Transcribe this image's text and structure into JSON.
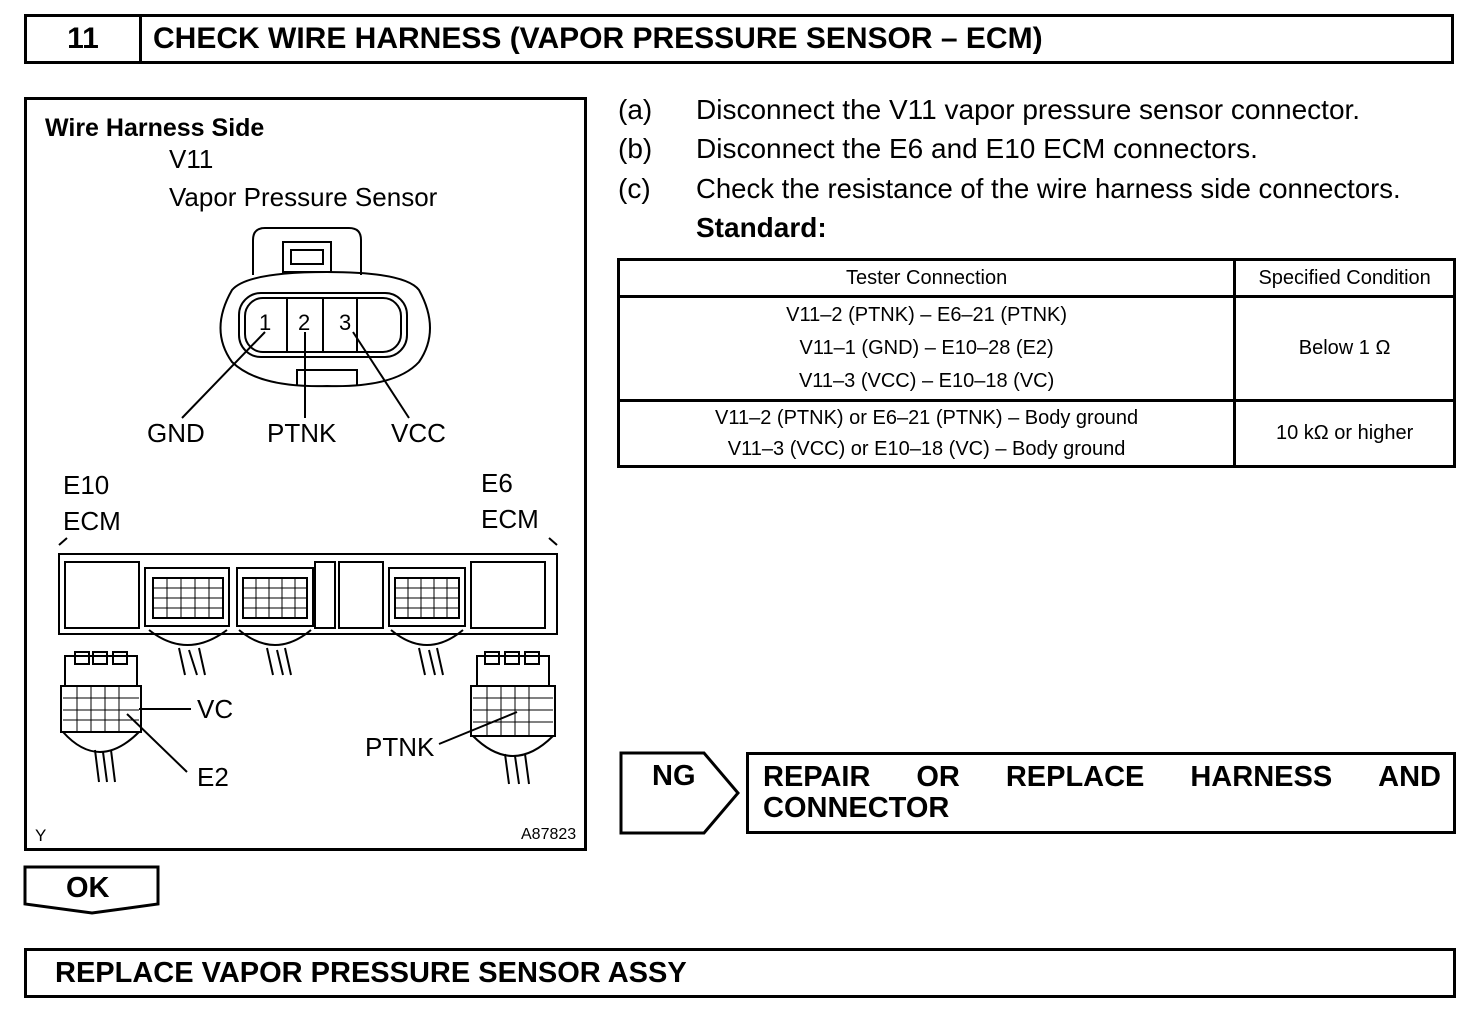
{
  "step": {
    "number": "11",
    "title": "CHECK WIRE HARNESS (VAPOR PRESSURE SENSOR – ECM)"
  },
  "diagram": {
    "heading": "Wire Harness Side",
    "sensor_connector": "V11",
    "sensor_name": "Vapor Pressure Sensor",
    "pins": [
      "1",
      "2",
      "3"
    ],
    "pin_labels": [
      "GND",
      "PTNK",
      "VCC"
    ],
    "ecm_left_connector": "E10",
    "ecm_left_name": "ECM",
    "ecm_right_connector": "E6",
    "ecm_right_name": "ECM",
    "terminal_vc": "VC",
    "terminal_e2": "E2",
    "terminal_ptnk": "PTNK",
    "corner_mark": "Y",
    "figure_id": "A87823"
  },
  "instructions": [
    {
      "label": "(a)",
      "text": "Disconnect the V11 vapor pressure sensor connector."
    },
    {
      "label": "(b)",
      "text": "Disconnect the E6 and E10 ECM connectors."
    },
    {
      "label": "(c)",
      "text": "Check the resistance of the wire harness side connectors."
    }
  ],
  "standard_label": "Standard:",
  "table": {
    "headers": [
      "Tester Connection",
      "Specified Condition"
    ],
    "rows": [
      {
        "connections": [
          "V11–2 (PTNK) – E6–21 (PTNK)",
          "V11–1 (GND) – E10–28 (E2)",
          "V11–3 (VCC) – E10–18 (VC)"
        ],
        "condition": "Below 1 Ω"
      },
      {
        "connections": [
          "V11–2 (PTNK) or E6–21 (PTNK) – Body ground",
          "V11–3 (VCC) or E10–18 (VC) – Body ground"
        ],
        "condition": "10 kΩ or higher"
      }
    ]
  },
  "ng": {
    "label": "NG",
    "line1_words": [
      "REPAIR",
      "OR",
      "REPLACE",
      "HARNESS",
      "AND"
    ],
    "line2": "CONNECTOR"
  },
  "ok": {
    "label": "OK"
  },
  "final_action": "REPLACE VAPOR PRESSURE SENSOR ASSY"
}
